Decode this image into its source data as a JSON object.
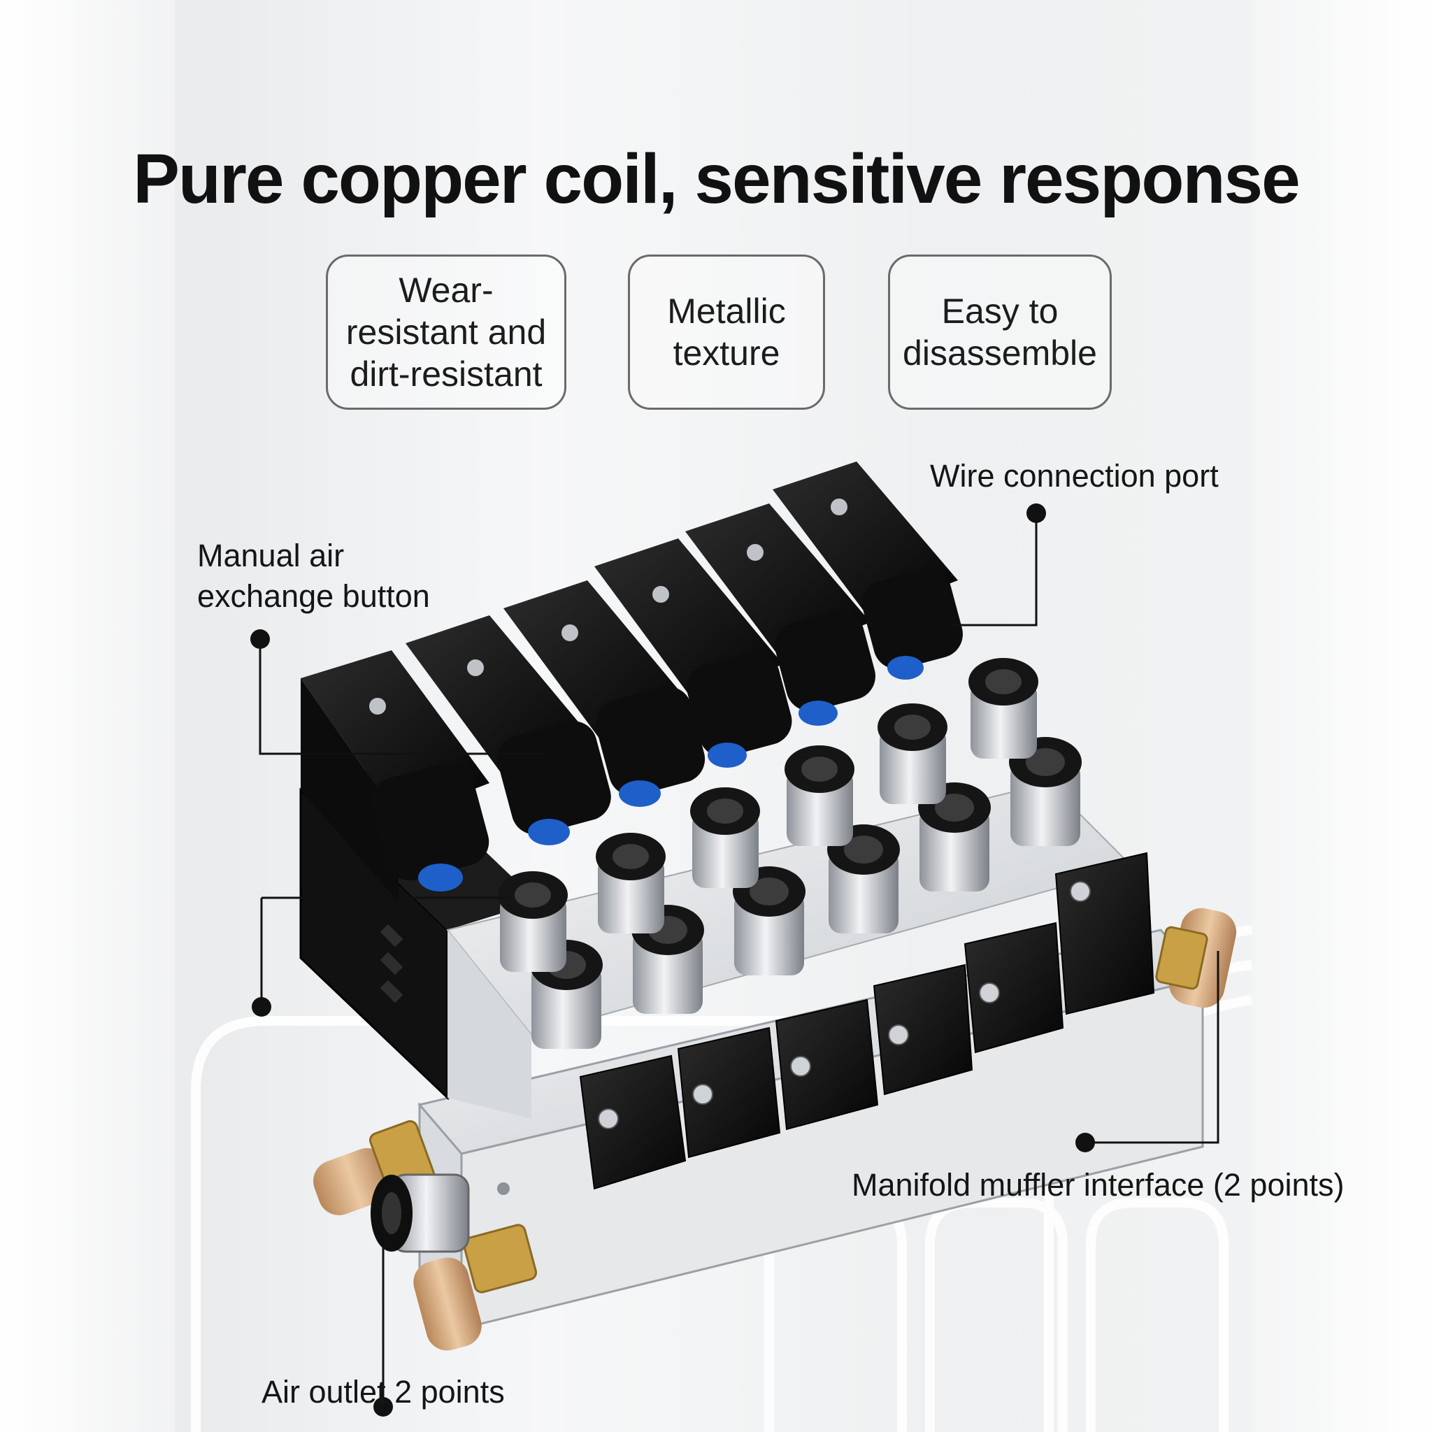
{
  "headline": "Pure copper coil, sensitive response",
  "features": [
    "Wear-resistant and dirt-resistant",
    "Metallic texture",
    "Easy to disassemble"
  ],
  "callouts": {
    "wire_port": "Wire connection port",
    "manual_button": "Manual air exchange button",
    "muffler": "Manifold muffler interface (2 points)",
    "air_outlet": "Air outlet 2 points"
  },
  "colors": {
    "coil_black": "#141414",
    "aluminum": "#dfe2e5",
    "manual_button_blue": "#1f5fc9",
    "brass_muffler": "#d9b28a",
    "chrome_fitting": "#c9ccd1"
  },
  "icons": [
    "callout-dot-icon",
    "screw-icon"
  ]
}
